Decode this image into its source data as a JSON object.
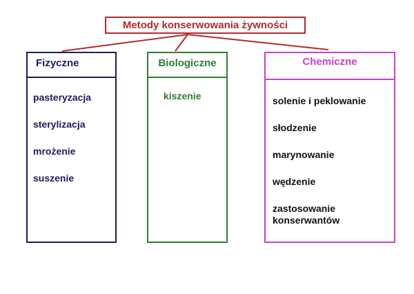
{
  "title": "Metody konserwowania żywności",
  "colors": {
    "title": "#b22a2e",
    "fizyczne": "#1c1c5e",
    "biologiczne": "#2e7d32",
    "chemiczne": "#c640c8"
  },
  "categories": [
    {
      "label": "Fizyczne",
      "items": [
        "pasteryzacja",
        "sterylizacja",
        "mrożenie",
        "suszenie"
      ]
    },
    {
      "label": "Biologiczne",
      "items": [
        "kiszenie"
      ]
    },
    {
      "label": "Chemiczne",
      "items": [
        "solenie i peklowanie",
        "słodzenie",
        "marynowanie",
        "wędzenie",
        "zastosowanie konserwantów"
      ]
    }
  ]
}
